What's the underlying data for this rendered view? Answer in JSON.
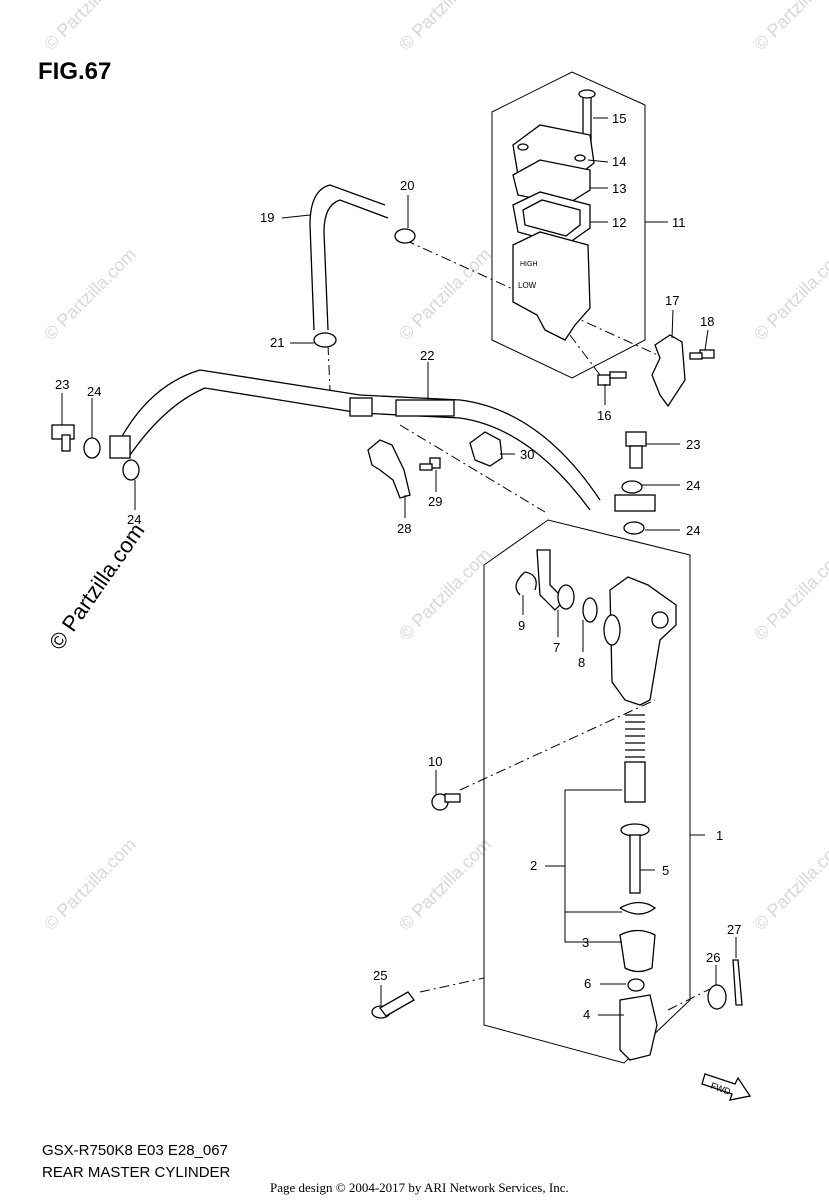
{
  "figure_label": "FIG.67",
  "watermark_text": "© Partzilla.com",
  "copyright_overlay": "© Partzilla.com",
  "model_code": "GSX-R750K8 E03 E28_067",
  "caption": "REAR MASTER CYLINDER",
  "footer": "Page design © 2004-2017 by ARI Network Services, Inc.",
  "reservoir_text": {
    "high": "HIGH",
    "low": "LOW"
  },
  "fwd_label": "FWD",
  "callouts": [
    "1",
    "2",
    "3",
    "4",
    "5",
    "6",
    "7",
    "8",
    "9",
    "10",
    "11",
    "12",
    "13",
    "14",
    "15",
    "16",
    "17",
    "18",
    "19",
    "20",
    "21",
    "22",
    "23",
    "24",
    "24",
    "24",
    "24",
    "25",
    "26",
    "27",
    "28",
    "29",
    "30",
    "23"
  ]
}
